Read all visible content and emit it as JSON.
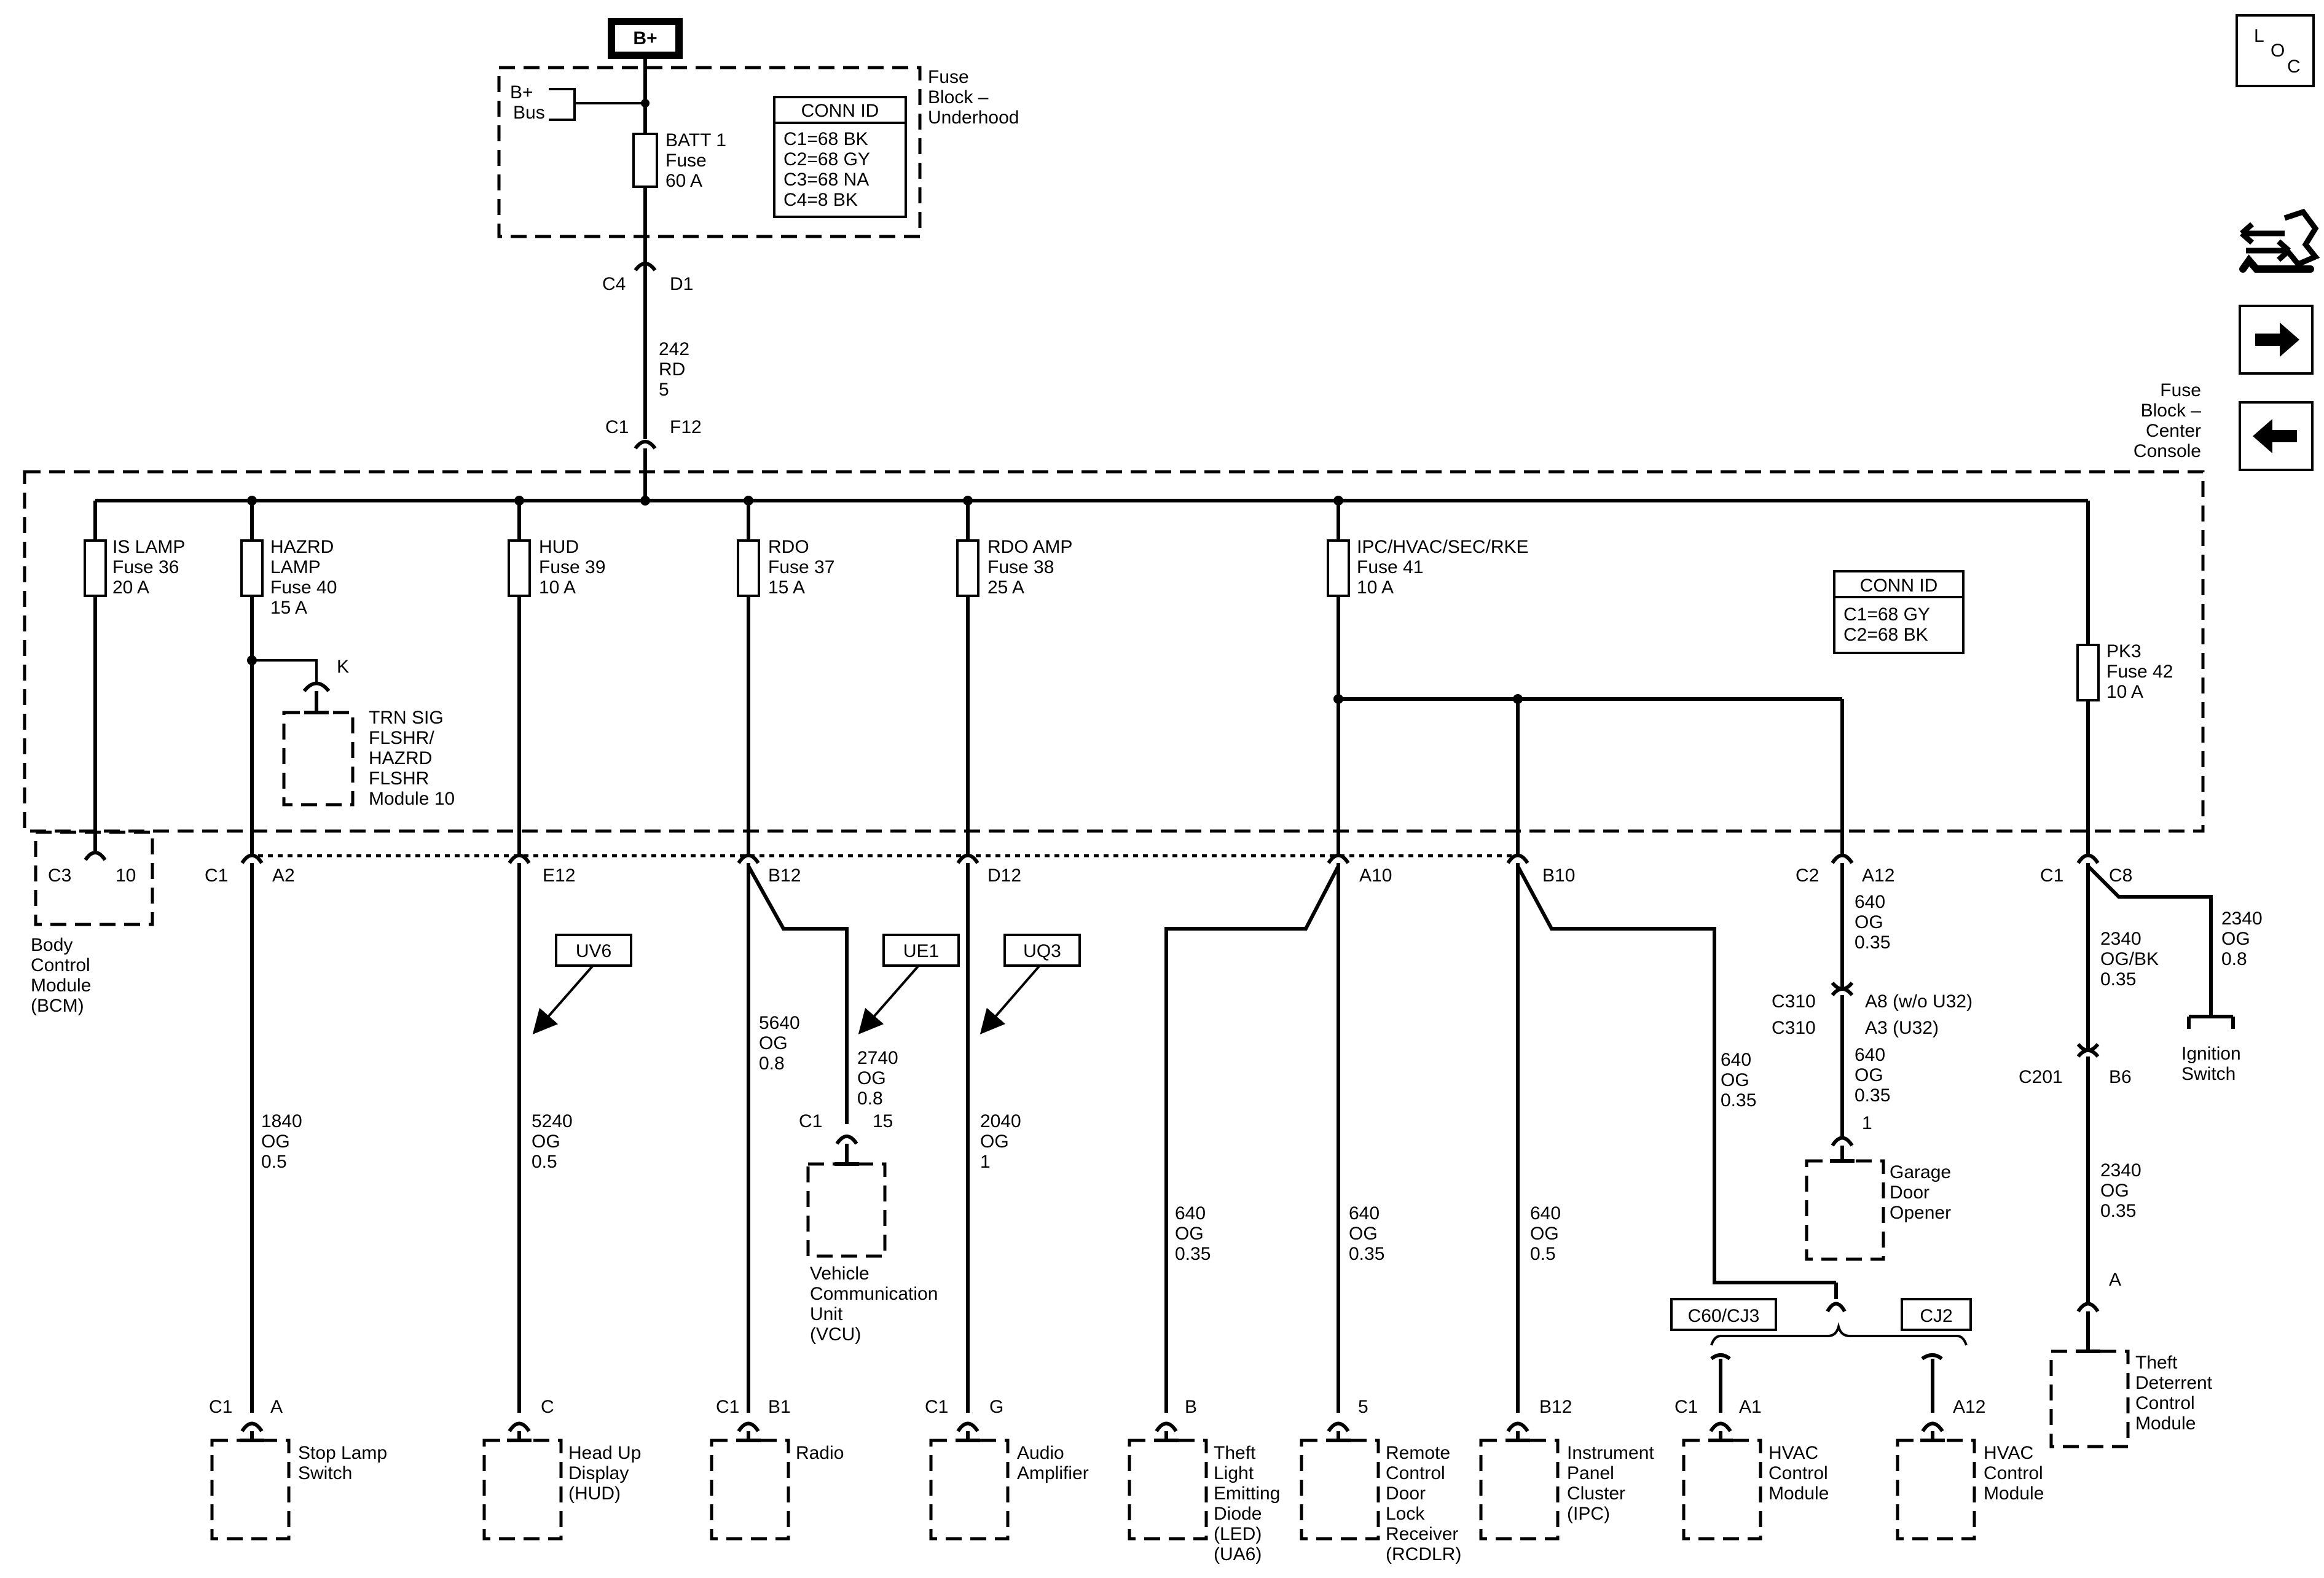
{
  "top": {
    "battery": "B+",
    "bus": [
      "B+",
      "Bus"
    ],
    "underhood_block": [
      "Fuse",
      "Block –",
      "Underhood"
    ],
    "batt_fuse": [
      "BATT 1",
      "Fuse",
      "60 A"
    ],
    "conn_id_1": {
      "title": "CONN ID",
      "lines": [
        "C1=68 BK",
        "C2=68 GY",
        "C3=68 NA",
        "C4=8 BK"
      ]
    },
    "conn_c4": "C4",
    "conn_d1": "D1",
    "wire_242": [
      "242",
      "RD",
      "5"
    ],
    "conn_c1": "C1",
    "conn_f12": "F12"
  },
  "center_block": {
    "name": [
      "Fuse",
      "Block –",
      "Center",
      "Console"
    ],
    "conn_id_2": {
      "title": "CONN ID",
      "lines": [
        "C1=68 GY",
        "C2=68 BK"
      ]
    }
  },
  "fuses": {
    "f36": [
      "IS LAMP",
      "Fuse 36",
      "20 A"
    ],
    "f40": [
      "HAZRD",
      "LAMP",
      "Fuse 40",
      "15 A"
    ],
    "f39": [
      "HUD",
      "Fuse 39",
      "10 A"
    ],
    "f37": [
      "RDO",
      "Fuse 37",
      "15 A"
    ],
    "f38": [
      "RDO AMP",
      "Fuse 38",
      "25 A"
    ],
    "f41": [
      "IPC/HVAC/SEC/RKE",
      "Fuse 41",
      "10 A"
    ],
    "f42": [
      "PK3",
      "Fuse 42",
      "10 A"
    ]
  },
  "trn_sig": {
    "pin": "K",
    "name": [
      "TRN SIG",
      "FLSHR/",
      "HAZRD",
      "FLSHR",
      "Module 10"
    ]
  },
  "bcm": {
    "c3": "C3",
    "pin": "10",
    "name": [
      "Body",
      "Control",
      "Module",
      "(BCM)"
    ]
  },
  "connectors": {
    "c1_left": "C1",
    "a2": "A2",
    "e12": "E12",
    "b12": "B12",
    "d12": "D12",
    "a10": "A10",
    "b10": "B10",
    "c2": "C2",
    "a12": "A12",
    "c1_right": "C1",
    "c8": "C8"
  },
  "options": {
    "uv6": "UV6",
    "ue1": "UE1",
    "uq3": "UQ3",
    "c60": "C60/CJ3",
    "cj2": "CJ2"
  },
  "wires": {
    "w1840": [
      "1840",
      "OG",
      "0.5"
    ],
    "w5240": [
      "5240",
      "OG",
      "0.5"
    ],
    "w5640": [
      "5640",
      "OG",
      "0.8"
    ],
    "w2740": [
      "2740",
      "OG",
      "0.8"
    ],
    "w2040": [
      "2040",
      "OG",
      "1"
    ],
    "w640_led": [
      "640",
      "OG",
      "0.35"
    ],
    "w640_rcd": [
      "640",
      "OG",
      "0.35"
    ],
    "w640_ipc": [
      "640",
      "OG",
      "0.5"
    ],
    "w640_hvac": [
      "640",
      "OG",
      "0.35"
    ],
    "w640_gdo_a": [
      "640",
      "OG",
      "0.35"
    ],
    "w640_gdo_b": [
      "640",
      "OG",
      "0.35"
    ],
    "w2340_a": [
      "2340",
      "OG/BK",
      "0.35"
    ],
    "w2340_b": [
      "2340",
      "OG",
      "0.8"
    ],
    "w2340_c": [
      "2340",
      "OG",
      "0.35"
    ]
  },
  "c310": {
    "c310a": "C310",
    "c310b": "C310",
    "a8": "A8 (w/o U32)",
    "a3": "A3 (U32)",
    "pin1": "1"
  },
  "c201": {
    "name": "C201",
    "pin": "B6",
    "pin_a": "A"
  },
  "components": {
    "vcu": {
      "conn": "C1",
      "pin": "15",
      "name": [
        "Vehicle",
        "Communication",
        "Unit",
        "(VCU)"
      ]
    },
    "garage": {
      "name": [
        "Garage",
        "Door",
        "Opener"
      ]
    },
    "ignition": {
      "name": [
        "Ignition",
        "Switch"
      ]
    },
    "stop_lamp": {
      "conn": "C1",
      "pin": "A",
      "name": [
        "Stop Lamp",
        "Switch"
      ]
    },
    "hud": {
      "pin": "C",
      "name": [
        "Head Up",
        "Display",
        "(HUD)"
      ]
    },
    "radio": {
      "conn": "C1",
      "pin": "B1",
      "name": [
        "Radio"
      ]
    },
    "amp": {
      "conn": "C1",
      "pin": "G",
      "name": [
        "Audio",
        "Amplifier"
      ]
    },
    "led": {
      "pin": "B",
      "name": [
        "Theft",
        "Light",
        "Emitting",
        "Diode",
        "(LED)",
        "(UA6)"
      ]
    },
    "rcdlr": {
      "pin": "5",
      "name": [
        "Remote",
        "Control",
        "Door",
        "Lock",
        "Receiver",
        "(RCDLR)"
      ]
    },
    "ipc": {
      "pin": "B12",
      "name": [
        "Instrument",
        "Panel",
        "Cluster",
        "(IPC)"
      ]
    },
    "hvac1": {
      "conn": "C1",
      "pin": "A1",
      "name": [
        "HVAC",
        "Control",
        "Module"
      ]
    },
    "hvac2": {
      "pin": "A12",
      "name": [
        "HVAC",
        "Control",
        "Module"
      ]
    },
    "theft": {
      "name": [
        "Theft",
        "Deterrent",
        "Control",
        "Module"
      ]
    }
  },
  "nav": {
    "loc": [
      "L",
      "O",
      "C"
    ]
  }
}
